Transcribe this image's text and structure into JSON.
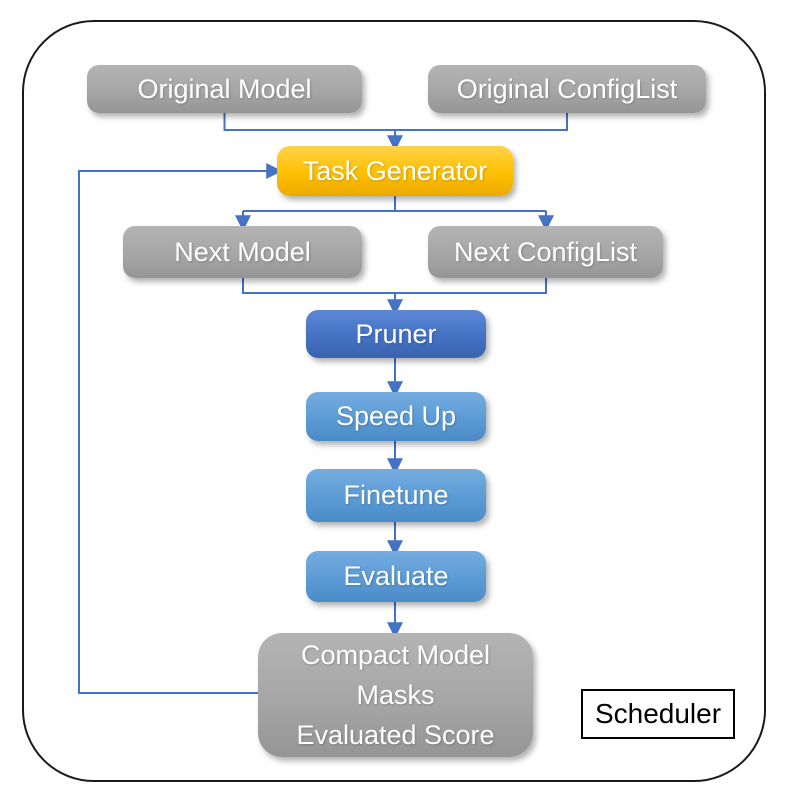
{
  "diagram": {
    "kind": "flowchart",
    "frame_label": "Scheduler",
    "nodes": {
      "original_model": {
        "label": "Original Model",
        "color": "#a6a6a6"
      },
      "original_configlist": {
        "label": "Original ConfigList",
        "color": "#a6a6a6"
      },
      "task_generator": {
        "label": "Task Generator",
        "color": "#ffc000"
      },
      "next_model": {
        "label": "Next Model",
        "color": "#a6a6a6"
      },
      "next_configlist": {
        "label": "Next ConfigList",
        "color": "#a6a6a6"
      },
      "pruner": {
        "label": "Pruner",
        "color": "#4472c4"
      },
      "speed_up": {
        "label": "Speed Up",
        "color": "#5b9bd5"
      },
      "finetune": {
        "label": "Finetune",
        "color": "#5b9bd5"
      },
      "evaluate": {
        "label": "Evaluate",
        "color": "#5b9bd5"
      },
      "output": {
        "lines": [
          "Compact Model",
          "Masks",
          "Evaluated Score"
        ],
        "color": "#a6a6a6"
      },
      "scheduler": {
        "label": "Scheduler",
        "color": "#ffffff"
      }
    },
    "edges": [
      {
        "from": "original_model",
        "to": "task_generator"
      },
      {
        "from": "original_configlist",
        "to": "task_generator"
      },
      {
        "from": "task_generator",
        "to": "next_model"
      },
      {
        "from": "task_generator",
        "to": "next_configlist"
      },
      {
        "from": "next_model",
        "to": "pruner"
      },
      {
        "from": "next_configlist",
        "to": "pruner"
      },
      {
        "from": "pruner",
        "to": "speed_up"
      },
      {
        "from": "speed_up",
        "to": "finetune"
      },
      {
        "from": "finetune",
        "to": "evaluate"
      },
      {
        "from": "evaluate",
        "to": "output"
      },
      {
        "from": "output",
        "to": "task_generator",
        "type": "feedback-loop"
      }
    ],
    "colors": {
      "connector": "#4472c4",
      "frame_border": "#1a1a1a",
      "node_text": "#ffffff",
      "scheduler_text": "#000000"
    }
  }
}
